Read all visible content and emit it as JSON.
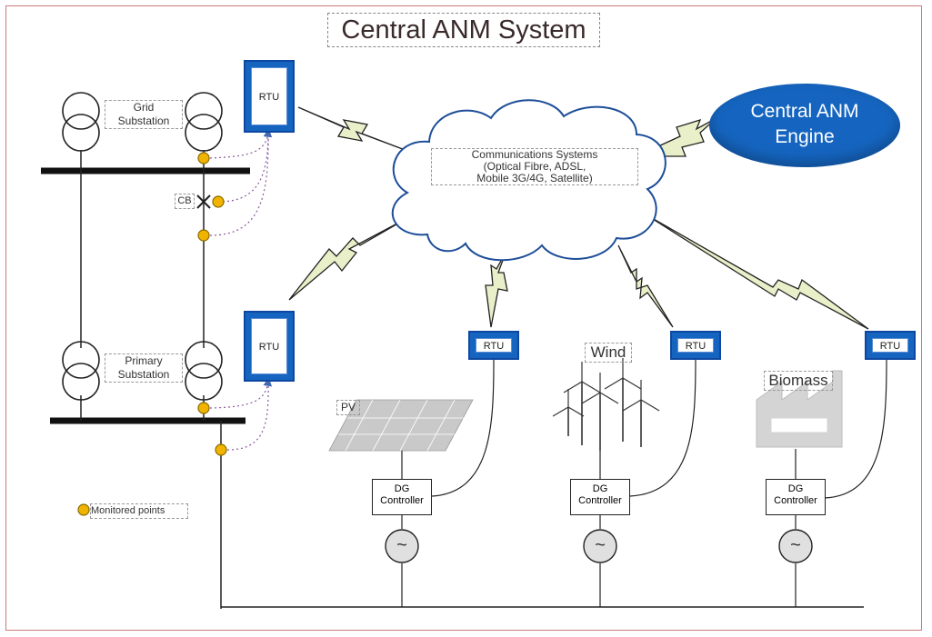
{
  "title": "Central ANM System",
  "grid_substation": [
    "Grid",
    "Substation"
  ],
  "primary_substation": [
    "Primary",
    "Substation"
  ],
  "cb_label": "CB",
  "rtu_label": "RTU",
  "cloud_text": [
    "Communications Systems",
    "(Optical Fibre, ADSL,",
    "Mobile 3G/4G, Satellite)"
  ],
  "engine_text": [
    "Central ANM",
    "Engine"
  ],
  "pv_label": "PV",
  "wind_label": "Wind",
  "biomass_label": "Biomass",
  "dg_controller": [
    "DG",
    "Controller"
  ],
  "legend_label": "Monitored points",
  "generator_symbol": "~",
  "colors": {
    "rtu_blue": "#1565c0",
    "engine_blue": "#1565c0",
    "monitored_point": "#f0b400",
    "bus_bar": "#111111",
    "frame": "#c97a7a"
  }
}
